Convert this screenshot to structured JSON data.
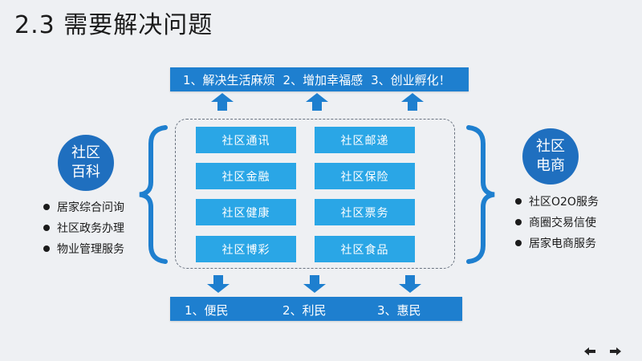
{
  "title": "2.3 需要解决问题",
  "top_banner": {
    "items": [
      "1、解决生活麻烦",
      "2、增加幸福感",
      "3、创业孵化！"
    ]
  },
  "bottom_banner": {
    "items": [
      "1、便民",
      "2、利民",
      "3、惠民"
    ]
  },
  "left_panel": {
    "circle_lines": [
      "社区",
      "百科"
    ],
    "bullets": [
      "居家综合问询",
      "社区政务办理",
      "物业管理服务"
    ]
  },
  "right_panel": {
    "circle_lines": [
      "社区",
      "电商"
    ],
    "bullets": [
      "社区O2O服务",
      "商圈交易信使",
      "居家电商服务"
    ]
  },
  "grid": {
    "left_column": [
      "社区通讯",
      "社区金融",
      "社区健康",
      "社区博彩"
    ],
    "right_column": [
      "社区邮递",
      "社区保险",
      "社区票务",
      "社区食品"
    ]
  },
  "colors": {
    "banner": "#1e7fcf",
    "grid_button": "#2aa6e6",
    "circle": "#1f6fbf",
    "arrow": "#1e7fcf"
  },
  "nav": {
    "prev_icon": "arrow-left-icon",
    "next_icon": "arrow-right-icon"
  }
}
